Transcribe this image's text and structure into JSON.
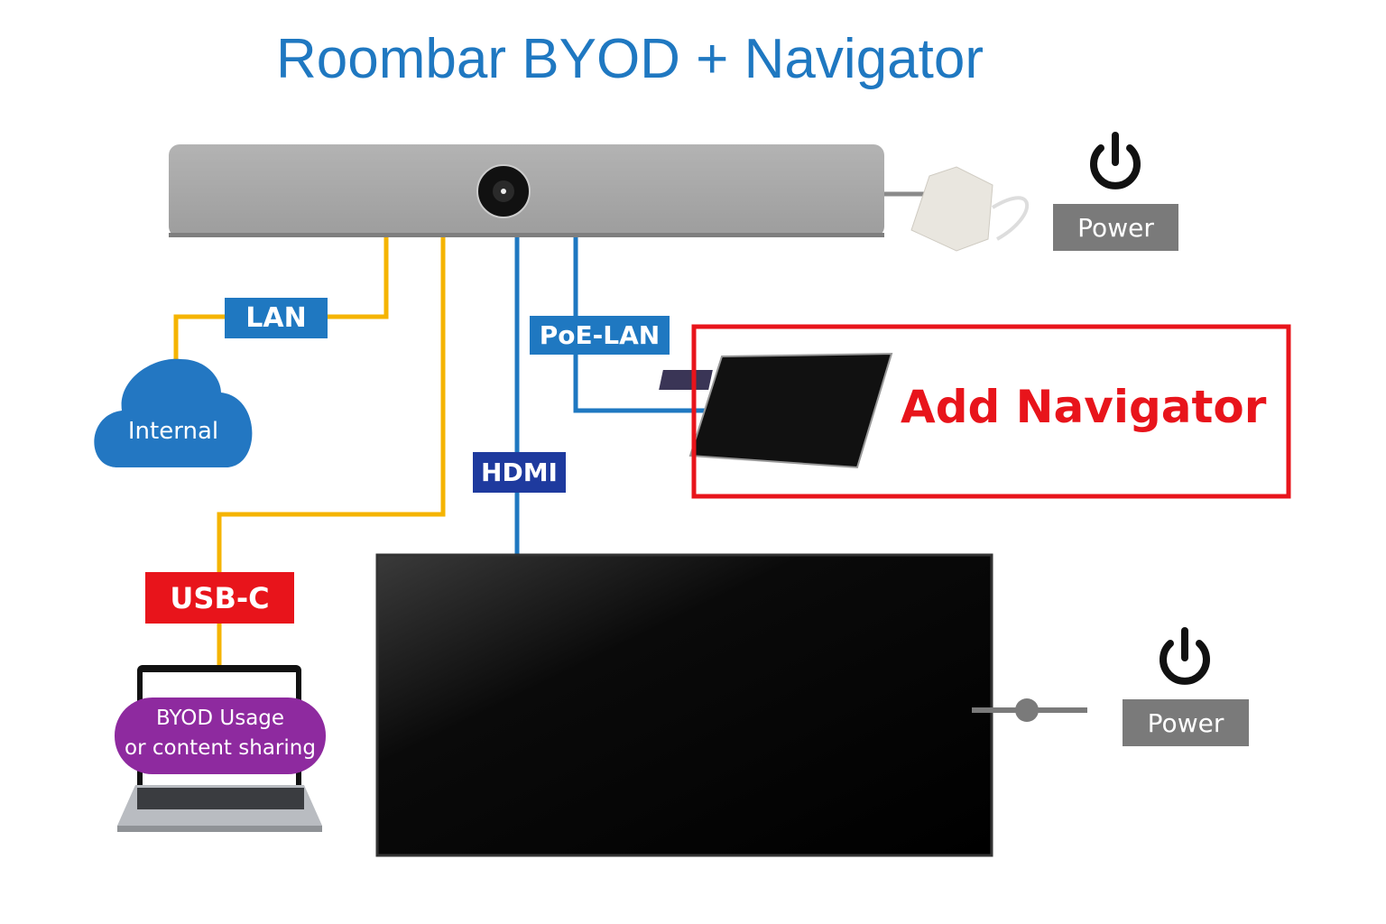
{
  "title": "Roombar BYOD + Navigator",
  "labels": {
    "lan": "LAN",
    "internet": "Internal",
    "usb_c": "USB-C",
    "byod": [
      "BYOD Usage",
      "or content sharing"
    ],
    "hdmi": "HDMI",
    "poe_lan": "PoE-LAN",
    "add_navigator": "Add Navigator",
    "power_top": "Power",
    "power_bottom": "Power"
  },
  "colors": {
    "title": "#1f78c1",
    "lan_cable": "#f5b400",
    "blue_cable": "#1f78c1",
    "hdmi_label": "#1e3a9e",
    "usb_label": "#e8141b",
    "highlight_box": "#e8141b",
    "byod_pill": "#8e2a9f",
    "power_label": "#7a7a7a"
  },
  "icons": [
    "power-icon",
    "cloud-icon",
    "camera-icon",
    "laptop-icon",
    "tablet-icon",
    "display-icon",
    "power-adapter-icon"
  ]
}
